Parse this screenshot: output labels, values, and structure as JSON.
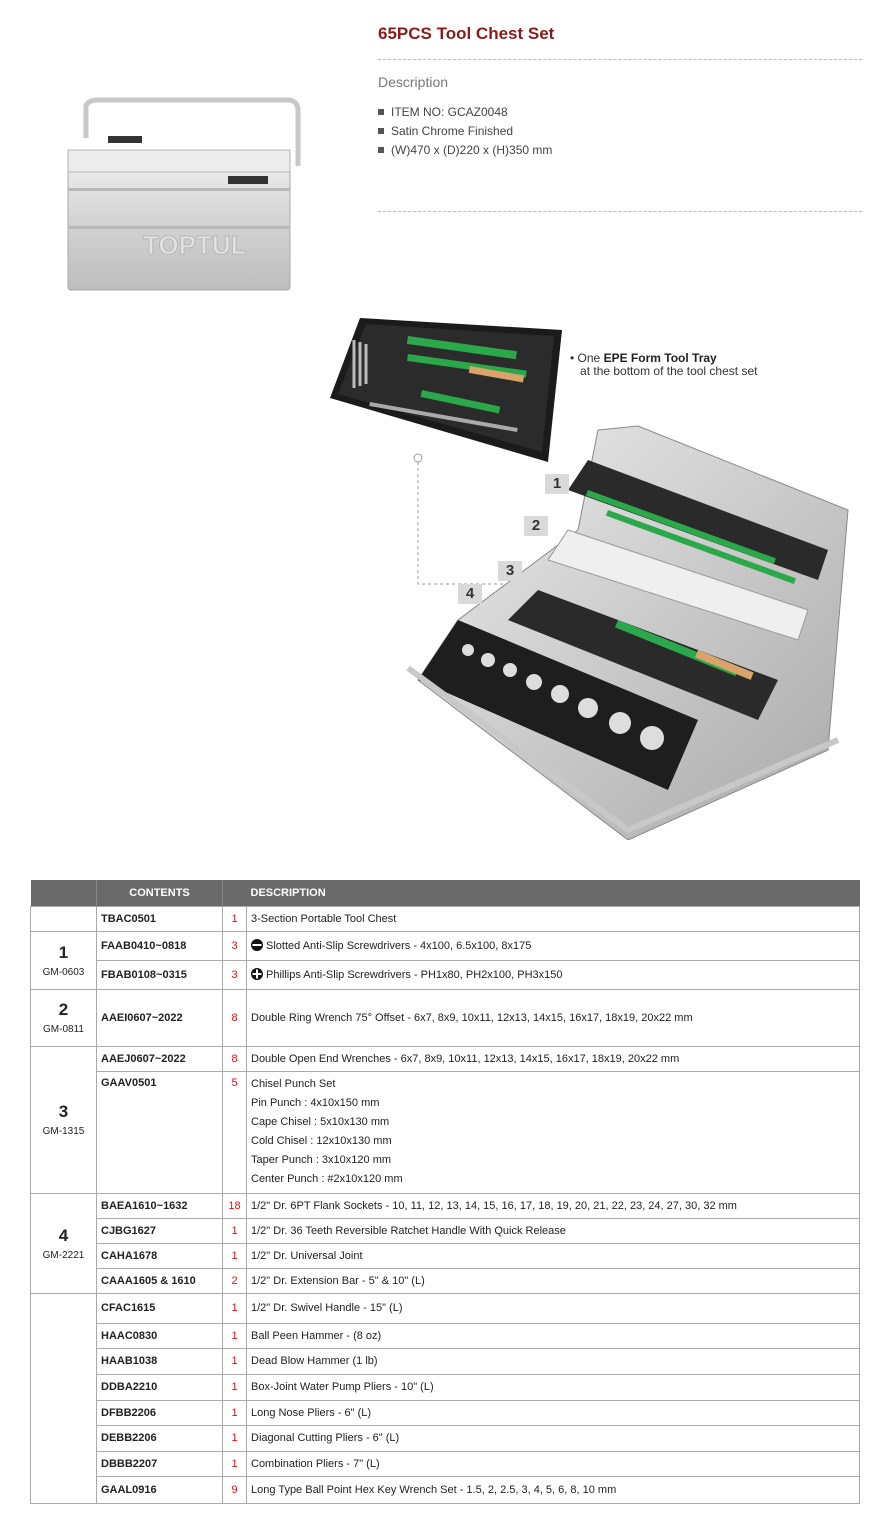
{
  "product": {
    "title": "65PCS Tool Chest Set",
    "description_heading": "Description",
    "specs": [
      "ITEM NO: GCAZ0048",
      "Satin Chrome Finished",
      "(W)470 x (D)220 x (H)350 mm"
    ],
    "brand_on_box": "TOPTUL"
  },
  "illustration": {
    "tray_note_prefix": "One",
    "tray_note_bold": "EPE Form Tool Tray",
    "tray_note_line2": "at the bottom of the tool chest set",
    "tray_note_bullet": "•",
    "labels": [
      "1",
      "2",
      "3",
      "4"
    ]
  },
  "table": {
    "headers": [
      "",
      "CONTENTS",
      "",
      "DESCRIPTION"
    ],
    "groups": [
      {
        "num": "",
        "code": "",
        "rows": [
          {
            "code": "TBAC0501",
            "qty": "1",
            "desc": "3-Section Portable Tool Chest"
          }
        ]
      },
      {
        "num": "1",
        "code": "GM-0603",
        "rows": [
          {
            "code": "FAAB0410~0818",
            "qty": "3",
            "desc": "Slotted Anti-Slip Screwdrivers - 4x100, 6.5x100, 8x175",
            "icon": "slotted-icon"
          },
          {
            "code": "FBAB0108~0315",
            "qty": "3",
            "desc": "Phillips Anti-Slip Screwdrivers - PH1x80, PH2x100, PH3x150",
            "icon": "phillips-icon"
          }
        ]
      },
      {
        "num": "2",
        "code": "GM-0811",
        "rows": [
          {
            "code": "AAEI0607~2022",
            "qty": "8",
            "desc": "Double Ring Wrench 75° Offset - 6x7, 8x9, 10x11, 12x13, 14x15, 16x17, 18x19, 20x22 mm"
          }
        ]
      },
      {
        "num": "3",
        "code": "GM-1315",
        "rows": [
          {
            "code": "AAEJ0607~2022",
            "qty": "8",
            "desc": "Double Open End Wrenches - 6x7, 8x9, 10x11, 12x13, 14x15, 16x17, 18x19, 20x22 mm"
          },
          {
            "code": "GAAV0501",
            "qty": "5",
            "desc": "Chisel Punch Set",
            "sub": [
              "Pin Punch : 4x10x150 mm",
              "Cape Chisel : 5x10x130 mm",
              "Cold Chisel : 12x10x130 mm",
              "Taper Punch : 3x10x120 mm",
              "Center Punch : #2x10x120 mm"
            ]
          }
        ]
      },
      {
        "num": "4",
        "code": "GM-2221",
        "rows": [
          {
            "code": "BAEA1610~1632",
            "qty": "18",
            "desc": "1/2\" Dr. 6PT Flank Sockets - 10, 11, 12, 13, 14, 15, 16, 17, 18, 19, 20, 21, 22, 23, 24, 27, 30, 32 mm"
          },
          {
            "code": "CJBG1627",
            "qty": "1",
            "desc": "1/2\" Dr. 36 Teeth Reversible Ratchet Handle With Quick Release"
          },
          {
            "code": "CAHA1678",
            "qty": "1",
            "desc": "1/2\" Dr. Universal Joint"
          },
          {
            "code": "CAAA1605 & 1610",
            "qty": "2",
            "desc": "1/2\" Dr. Extension Bar - 5\" & 10\" (L)"
          }
        ]
      },
      {
        "num": "",
        "code": "",
        "rows": [
          {
            "code": "CFAC1615",
            "qty": "1",
            "desc": "1/2\" Dr. Swivel Handle - 15\" (L)"
          },
          {
            "code": "HAAC0830",
            "qty": "1",
            "desc": "Ball Peen Hammer - (8 oz)"
          },
          {
            "code": "HAAB1038",
            "qty": "1",
            "desc": "Dead Blow Hammer (1 lb)"
          },
          {
            "code": "DDBA2210",
            "qty": "1",
            "desc": "Box-Joint Water Pump Pliers - 10\" (L)"
          },
          {
            "code": "DFBB2206",
            "qty": "1",
            "desc": "Long Nose Pliers - 6\" (L)"
          },
          {
            "code": "DEBB2206",
            "qty": "1",
            "desc": "Diagonal Cutting Pliers - 6\" (L)"
          },
          {
            "code": "DBBB2207",
            "qty": "1",
            "desc": "Combination Pliers - 7\" (L)"
          },
          {
            "code": "GAAL0916",
            "qty": "9",
            "desc": "Long Type Ball Point Hex Key Wrench Set - 1.5, 2, 2.5, 3, 4, 5, 6, 8, 10 mm"
          }
        ]
      }
    ]
  }
}
